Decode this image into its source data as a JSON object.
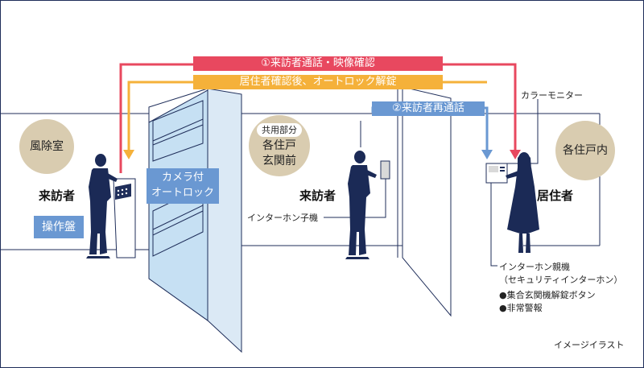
{
  "colors": {
    "red": "#e8485f",
    "orange": "#f5b13a",
    "blue": "#6a98d2",
    "navy": "#1f2e5a",
    "beige": "#d9ccb0",
    "glass": "#c6e0f3"
  },
  "banners": {
    "visitor_call_video": "①来訪者通話・映像確認",
    "unlock_after_confirm": "居住者確認後、オートロック解錠",
    "visitor_recall": "②来訪者再通話"
  },
  "areas": {
    "windbreak_room": "風除室",
    "common_area_tag": "共用部分",
    "unit_entrance_line1": "各住戸",
    "unit_entrance_line2": "玄関前",
    "inside_unit": "各住戸内"
  },
  "people": {
    "visitor_left": "来訪者",
    "visitor_mid": "来訪者",
    "resident": "居住者"
  },
  "devices": {
    "control_panel": "操作盤",
    "camera_autolock_line1": "カメラ付",
    "camera_autolock_line2": "オートロック",
    "intercom_handset": "インターホン子機",
    "color_monitor": "カラーモニター",
    "intercom_master_line1": "インターホン親機",
    "intercom_master_line2": "（セキュリティインターホン）",
    "feature_1": "●集合玄関機解錠ボタン",
    "feature_2": "●非常警報"
  },
  "note": "イメージイラスト"
}
